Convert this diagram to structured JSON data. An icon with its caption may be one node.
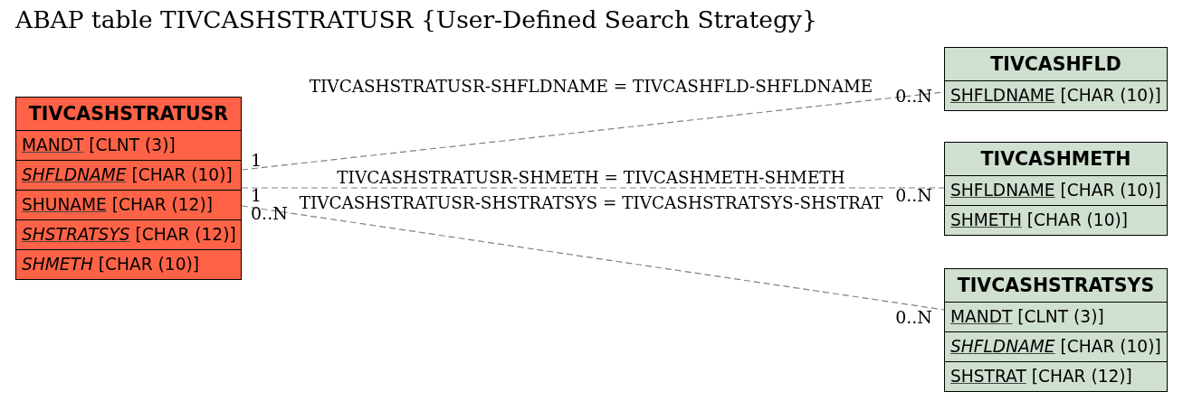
{
  "diagram": {
    "title": "ABAP table TIVCASHSTRATUSR {User-Defined Search Strategy}",
    "nodes": [
      {
        "text": [
          "TIVCASHSTRATUSR"
        ]
      },
      {
        "text": [
          "MANDT [CLNT (3)]"
        ],
        "in": 0
      },
      {
        "text": [
          "*SHFLDNAME* [CHAR (10)]"
        ],
        "in": 0
      },
      {
        "text": [
          "SHUNAME [CHAR (12)]"
        ],
        "in": 0
      },
      {
        "text": [
          "*SHSTRATSYS* [CHAR (12)]"
        ],
        "in": 0
      },
      {
        "text": [
          "*SHMETH* [CHAR (10)]"
        ],
        "in": 0
      },
      {
        "text": [
          "TIVCASHFLD"
        ]
      },
      {
        "text": [
          "SHFLDNAME [CHAR (10)]"
        ],
        "in": 6
      },
      {
        "text": [
          "TIVCASHMETH"
        ]
      },
      {
        "text": [
          "SHFLDNAME [CHAR (10)]"
        ],
        "in": 8
      },
      {
        "text": [
          "SHMETH [CHAR (10)]"
        ],
        "in": 8
      },
      {
        "text": [
          "TIVCASHSTRATSYS"
        ]
      },
      {
        "text": [
          "MANDT [CLNT (3)]"
        ],
        "in": 11
      },
      {
        "text": [
          "*SHFLDNAME* [CHAR (10)]"
        ],
        "in": 11
      },
      {
        "text": [
          "SHSTRAT [CHAR (12)]"
        ],
        "in": 11
      }
    ],
    "edges": [
      {
        "from": 0,
        "to": 6,
        "arrow": "none",
        "style": "dashed",
        "label": "TIVCASHSTRATUSR-SHFLDNAME = TIVCASHFLD-SHFLDNAME"
      },
      {
        "from": 0,
        "to": 8,
        "arrow": "none",
        "style": "dashed",
        "label": "TIVCASHSTRATUSR-SHMETH = TIVCASHMETH-SHMETH"
      },
      {
        "from": 0,
        "to": 11,
        "arrow": "none",
        "style": "dashed",
        "label": "TIVCASHSTRATUSR-SHSTRATSYS = TIVCASHSTRATSYS-SHSTRAT"
      }
    ],
    "labels": [
      "0..N",
      "1",
      "1",
      "0..N",
      "0..N",
      "0..N"
    ]
  }
}
